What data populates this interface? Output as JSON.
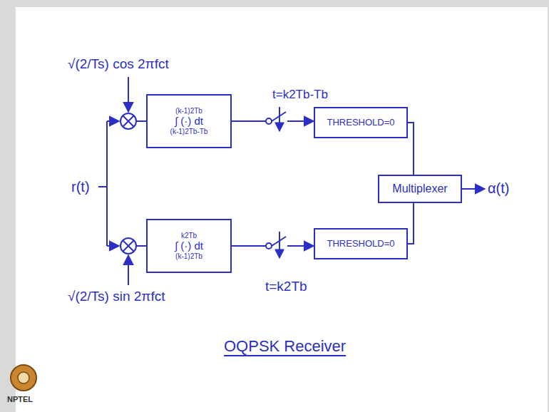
{
  "diagram": {
    "caption": "OQPSK Receiver",
    "nodes": [
      {
        "text": [
          "(k-1)2Tb",
          "∫ (·) dt",
          "(k-1)2Tb-Tb"
        ]
      },
      {
        "text": [
          "THRESHOLD=0"
        ]
      },
      {
        "text": [
          "Multiplexer"
        ]
      },
      {
        "text": [
          "k2Tb",
          "∫ (·) dt",
          "(k-1)2Tb"
        ]
      },
      {
        "text": [
          "THRESHOLD=0"
        ]
      }
    ],
    "edges": [
      {
        "from": 0,
        "to": 1,
        "arrow": "to"
      },
      {
        "from": 3,
        "to": 4,
        "arrow": "to"
      },
      {
        "from": 1,
        "to": 2,
        "arrow": "none"
      },
      {
        "from": 4,
        "to": 2,
        "arrow": "none"
      }
    ],
    "labels": [
      "r(t)",
      "√(2/Ts) cos 2πfct",
      "t=k2Tb-Tb",
      "t=k2Tb",
      "√(2/Ts) sin 2πfct",
      "α(t)",
      "NPTEL"
    ]
  }
}
